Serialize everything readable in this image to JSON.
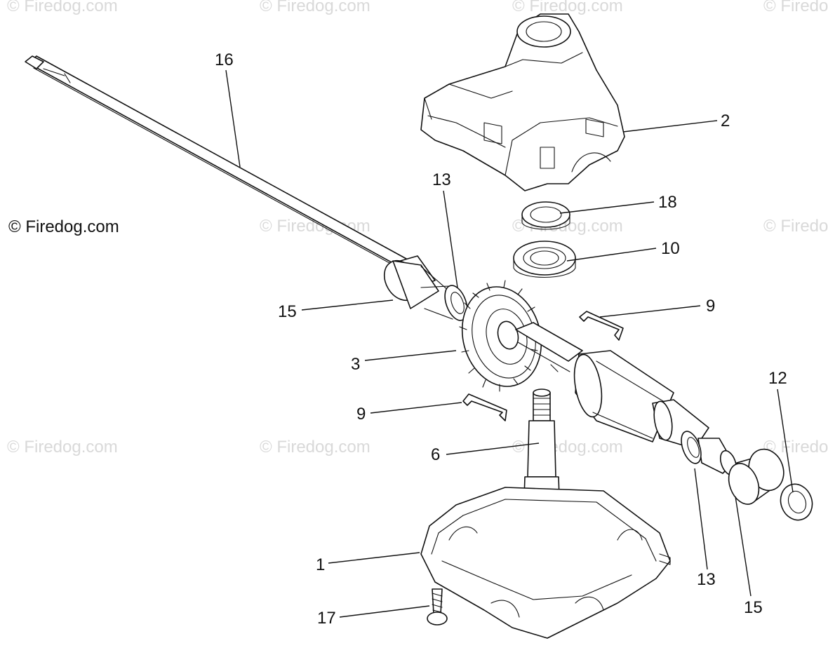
{
  "copyright": "© Firedog.com",
  "watermark": "© Firedog.com",
  "callouts": {
    "c1": "1",
    "c2": "2",
    "c3": "3",
    "c6": "6",
    "c9a": "9",
    "c9b": "9",
    "c10": "10",
    "c12": "12",
    "c13a": "13",
    "c13b": "13",
    "c15a": "15",
    "c15b": "15",
    "c16": "16",
    "c17": "17",
    "c18": "18"
  }
}
